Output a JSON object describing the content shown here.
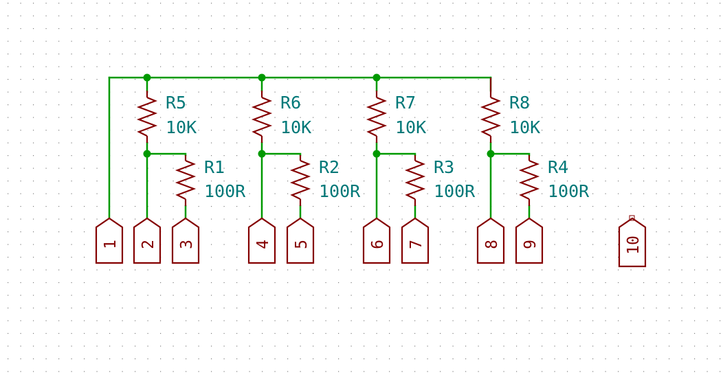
{
  "colors": {
    "wire": "#009900",
    "component": "#840000",
    "label": "#007878",
    "grid": "#7f7f7f",
    "background": "#ffffff"
  },
  "resistors": [
    {
      "ref": "R5",
      "value": "10K"
    },
    {
      "ref": "R6",
      "value": "10K"
    },
    {
      "ref": "R7",
      "value": "10K"
    },
    {
      "ref": "R8",
      "value": "10K"
    },
    {
      "ref": "R1",
      "value": "100R"
    },
    {
      "ref": "R2",
      "value": "100R"
    },
    {
      "ref": "R3",
      "value": "100R"
    },
    {
      "ref": "R4",
      "value": "100R"
    }
  ],
  "connector_pins": [
    "1",
    "2",
    "3",
    "4",
    "5",
    "6",
    "7",
    "8",
    "9",
    "10"
  ]
}
